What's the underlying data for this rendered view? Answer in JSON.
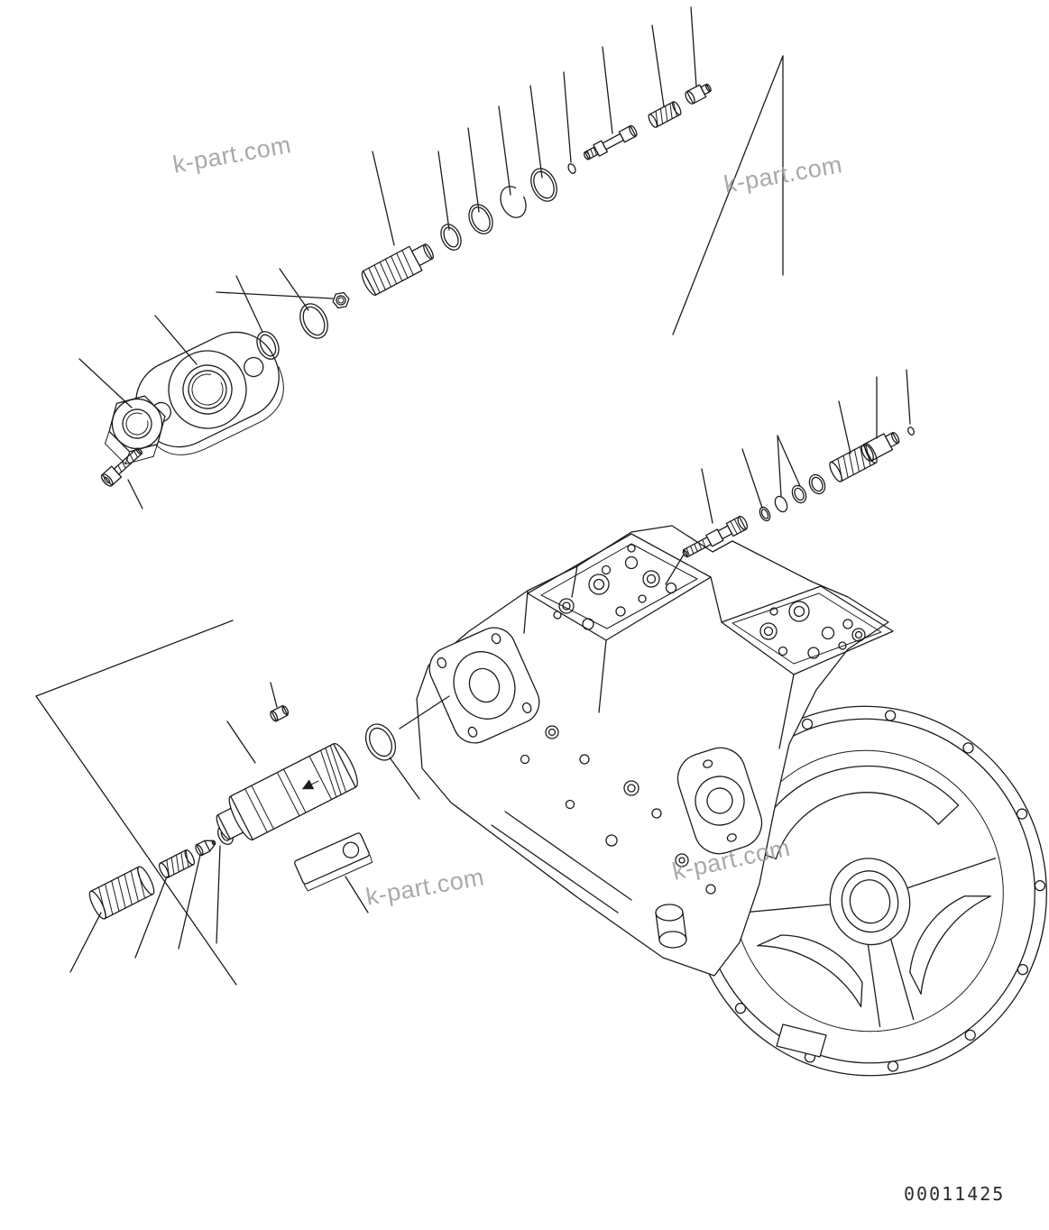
{
  "page": {
    "background": "#ffffff",
    "line_color": "#1c1c1c",
    "watermark_color": "#9b9b9b"
  },
  "watermarks": [
    {
      "text": "k-part.com"
    },
    {
      "text": "k-part.com"
    },
    {
      "text": "k-part.com"
    },
    {
      "text": "k-part.com"
    }
  ],
  "footer": {
    "doc_number": "00011425"
  }
}
